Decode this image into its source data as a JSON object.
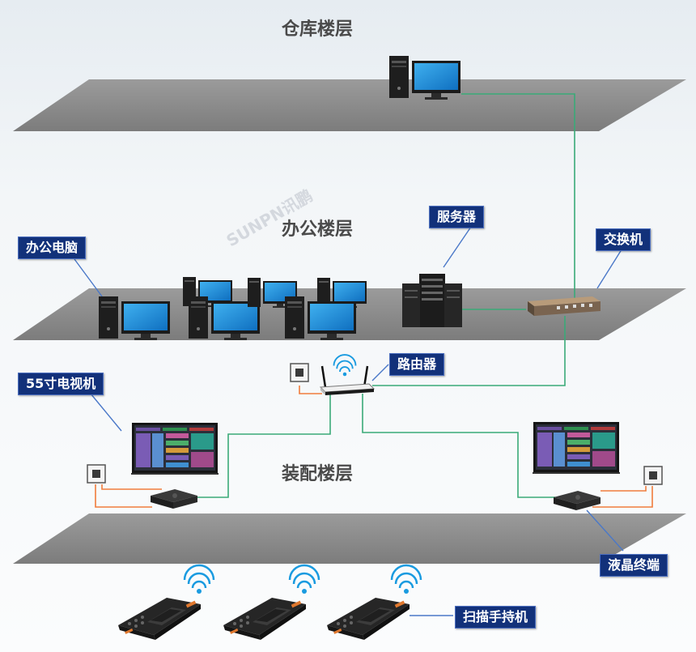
{
  "floors": {
    "warehouse": "仓库楼层",
    "office": "办公楼层",
    "assembly": "装配楼层"
  },
  "watermark": "SUNPN讯鹏",
  "labels": {
    "office_pc": "办公电脑",
    "server": "服务器",
    "switch": "交换机",
    "router": "路由器",
    "tv": "55寸电视机",
    "lcd_terminal": "液晶终端",
    "scanner": "扫描手持机"
  },
  "colors": {
    "floor": "#8c8c8c",
    "label_bg": "#12317a",
    "network_line": "#3aaa78",
    "power_line": "#f07c3c"
  },
  "icons": [
    "desktop-computer-icon",
    "server-rack-icon",
    "network-switch-icon",
    "wireless-router-icon",
    "wall-socket-icon",
    "tv-screen-icon",
    "media-player-box-icon",
    "handheld-scanner-icon",
    "wifi-signal-icon"
  ]
}
